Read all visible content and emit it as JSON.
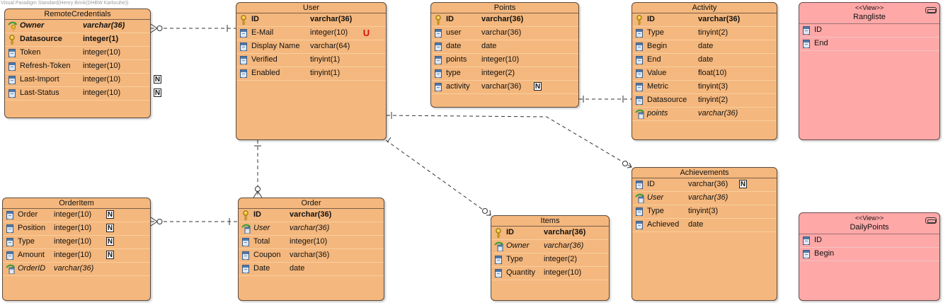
{
  "watermark": "Visual Paradigm Standard(Henry Brink(DHBW Karlsruhe))",
  "colors": {
    "entity_fill": "#f4b77d",
    "view_fill": "#ffa8a8",
    "unique_marker": "#d81010"
  },
  "entities": {
    "remote_credentials": {
      "name": "RemoteCredentials",
      "columns": [
        {
          "name": "Owner",
          "type": "varchar(36)",
          "icon": "foreign-primary-key-icon"
        },
        {
          "name": "Datasource",
          "type": "integer(1)",
          "icon": "primary-key-icon"
        },
        {
          "name": "Token",
          "type": "integer(10)",
          "icon": "column-icon"
        },
        {
          "name": "Refresh-Token",
          "type": "integer(10)",
          "icon": "column-icon"
        },
        {
          "name": "Last-Import",
          "type": "integer(10)",
          "icon": "column-icon",
          "nullable": "N"
        },
        {
          "name": "Last-Status",
          "type": "integer(10)",
          "icon": "column-icon",
          "nullable": "N"
        }
      ]
    },
    "user": {
      "name": "User",
      "columns": [
        {
          "name": "ID",
          "type": "varchar(36)",
          "icon": "primary-key-icon"
        },
        {
          "name": "E-Mail",
          "type": "integer(10)",
          "icon": "column-icon",
          "unique": "U"
        },
        {
          "name": "Display Name",
          "type": "varchar(64)",
          "icon": "column-icon"
        },
        {
          "name": "Verified",
          "type": "tinyint(1)",
          "icon": "column-icon"
        },
        {
          "name": "Enabled",
          "type": "tinyint(1)",
          "icon": "column-icon"
        }
      ]
    },
    "points": {
      "name": "Points",
      "columns": [
        {
          "name": "ID",
          "type": "varchar(36)",
          "icon": "primary-key-icon"
        },
        {
          "name": "user",
          "type": "varchar(36)",
          "icon": "column-icon"
        },
        {
          "name": "date",
          "type": "date",
          "icon": "column-icon"
        },
        {
          "name": "points",
          "type": "integer(10)",
          "icon": "column-icon"
        },
        {
          "name": "type",
          "type": "integer(2)",
          "icon": "column-icon"
        },
        {
          "name": "activity",
          "type": "varchar(36)",
          "icon": "column-icon",
          "nullable": "N"
        }
      ]
    },
    "activity": {
      "name": "Activity",
      "columns": [
        {
          "name": "ID",
          "type": "varchar(36)",
          "icon": "primary-key-icon"
        },
        {
          "name": "Type",
          "type": "tinyint(2)",
          "icon": "column-icon"
        },
        {
          "name": "Begin",
          "type": "date",
          "icon": "column-icon"
        },
        {
          "name": "End",
          "type": "date",
          "icon": "column-icon"
        },
        {
          "name": "Value",
          "type": "float(10)",
          "icon": "column-icon"
        },
        {
          "name": "Metric",
          "type": "tinyint(3)",
          "icon": "column-icon"
        },
        {
          "name": "Datasource",
          "type": "tinyint(2)",
          "icon": "column-icon"
        },
        {
          "name": "points",
          "type": "varchar(36)",
          "icon": "foreign-key-icon"
        }
      ]
    },
    "rangliste": {
      "name": "Rangliste",
      "stereotype": "<<View>>",
      "columns": [
        {
          "name": "ID",
          "type": "",
          "icon": "column-icon"
        },
        {
          "name": "End",
          "type": "",
          "icon": "column-icon"
        }
      ]
    },
    "order_item": {
      "name": "OrderItem",
      "columns": [
        {
          "name": "Order",
          "type": "integer(10)",
          "icon": "column-icon",
          "nullable": "N"
        },
        {
          "name": "Position",
          "type": "integer(10)",
          "icon": "column-icon",
          "nullable": "N"
        },
        {
          "name": "Type",
          "type": "integer(10)",
          "icon": "column-icon",
          "nullable": "N"
        },
        {
          "name": "Amount",
          "type": "integer(10)",
          "icon": "column-icon",
          "nullable": "N"
        },
        {
          "name": "OrderID",
          "type": "varchar(36)",
          "icon": "foreign-key-icon"
        }
      ]
    },
    "order": {
      "name": "Order",
      "columns": [
        {
          "name": "ID",
          "type": "varchar(36)",
          "icon": "primary-key-icon"
        },
        {
          "name": "User",
          "type": "varchar(36)",
          "icon": "foreign-key-icon"
        },
        {
          "name": "Total",
          "type": "integer(10)",
          "icon": "column-icon"
        },
        {
          "name": "Coupon",
          "type": "varchar(36)",
          "icon": "column-icon"
        },
        {
          "name": "Date",
          "type": "date",
          "icon": "column-icon"
        }
      ]
    },
    "items": {
      "name": "Items",
      "columns": [
        {
          "name": "ID",
          "type": "varchar(36)",
          "icon": "primary-key-icon"
        },
        {
          "name": "Owner",
          "type": "varchar(36)",
          "icon": "foreign-key-icon"
        },
        {
          "name": "Type",
          "type": "integer(2)",
          "icon": "column-icon"
        },
        {
          "name": "Quantity",
          "type": "integer(10)",
          "icon": "column-icon"
        }
      ]
    },
    "achievements": {
      "name": "Achievements",
      "columns": [
        {
          "name": "ID",
          "type": "varchar(36)",
          "icon": "column-icon",
          "nullable": "N"
        },
        {
          "name": "User",
          "type": "varchar(36)",
          "icon": "foreign-key-icon"
        },
        {
          "name": "Type",
          "type": "tinyint(3)",
          "icon": "column-icon"
        },
        {
          "name": "Achieved",
          "type": "date",
          "icon": "column-icon"
        }
      ]
    },
    "daily_points": {
      "name": "DailyPoints",
      "stereotype": "<<View>>",
      "columns": [
        {
          "name": "ID",
          "type": "",
          "icon": "column-icon"
        },
        {
          "name": "Begin",
          "type": "",
          "icon": "column-icon"
        }
      ]
    }
  },
  "relationships": [
    {
      "from": "User",
      "to": "RemoteCredentials",
      "from_end": "one",
      "to_end": "zero-or-many"
    },
    {
      "from": "Activity",
      "to": "Points",
      "from_end": "one",
      "to_end": "one"
    },
    {
      "from": "User",
      "to": "Order",
      "from_end": "one",
      "to_end": "zero-or-many"
    },
    {
      "from": "Order",
      "to": "OrderItem",
      "from_end": "one",
      "to_end": "zero-or-many"
    },
    {
      "from": "User",
      "to": "Items",
      "from_end": "one",
      "to_end": "zero-or-many"
    },
    {
      "from": "User",
      "to": "Achievements",
      "from_end": "one",
      "to_end": "zero-or-many"
    }
  ]
}
